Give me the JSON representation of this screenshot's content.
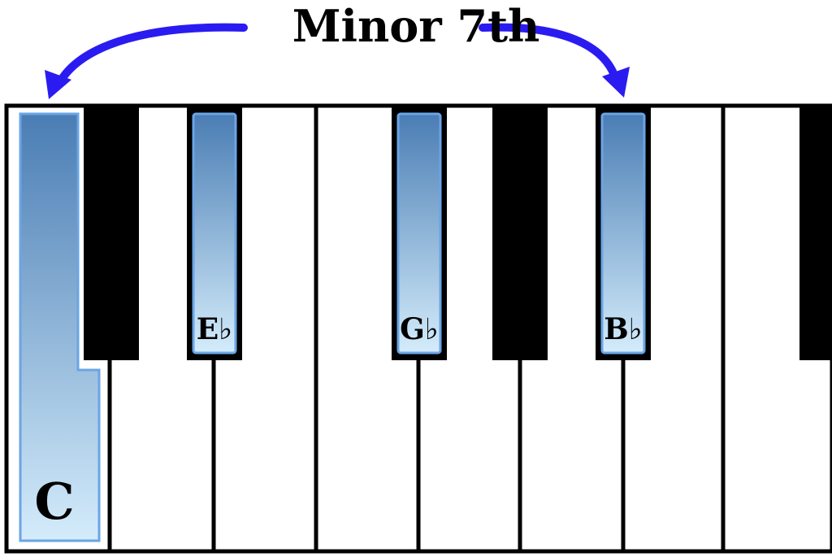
{
  "interval": {
    "title": "Minor 7th",
    "arrow_color": "#2a1cf0"
  },
  "notes": [
    {
      "name": "C",
      "highlighted": true
    },
    {
      "name": "E♭",
      "highlighted": true
    },
    {
      "name": "G♭",
      "highlighted": true
    },
    {
      "name": "B♭",
      "highlighted": true
    }
  ],
  "colors": {
    "highlight_top": "#4a7db4",
    "highlight_bottom": "#d4ecfb",
    "highlight_border": "#6aa5e6",
    "key_black": "#000000",
    "key_white": "#ffffff"
  }
}
